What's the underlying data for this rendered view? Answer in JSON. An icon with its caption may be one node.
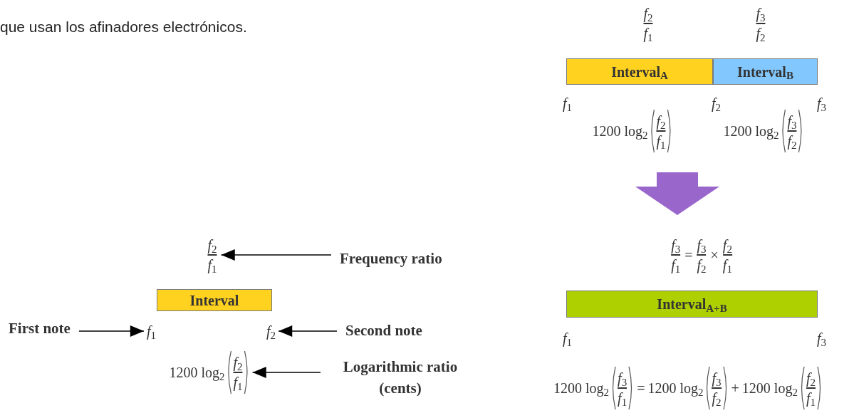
{
  "diagram": {
    "nodes": [
      {
        "text": [
          "*f*$_{2}$",
          "*f*$_{1}$"
        ]
      },
      {
        "text": [
          "Frequency ratio"
        ]
      },
      {
        "text": [
          "Interval"
        ]
      },
      {
        "text": [
          "First note"
        ]
      },
      {
        "text": [
          "*f*$_{1}$"
        ]
      },
      {
        "text": [
          "*f*$_{2}$"
        ]
      },
      {
        "text": [
          "Second note"
        ]
      },
      {
        "text": [
          "1200 log$_{2}$",
          "*f*$_{2}$",
          "*f*$_{1}$"
        ]
      },
      {
        "text": [
          "Logarithmic ratio (cents)"
        ]
      },
      {
        "text": [
          "Interval$_{A}$"
        ]
      },
      {
        "text": [
          "Interval$_{B}$"
        ]
      },
      {
        "text": [
          "Interval$_{A+B}$"
        ]
      }
    ],
    "edges": [
      {
        "from": 1,
        "to": 0,
        "arrow": "to"
      },
      {
        "from": 3,
        "to": 4,
        "arrow": "to"
      },
      {
        "from": 6,
        "to": 5,
        "arrow": "to"
      },
      {
        "from": 8,
        "to": 7,
        "arrow": "to"
      }
    ],
    "labels": [
      "que usan los afinadores electrónicos.",
      "*f*$_{2}$",
      "*f*$_{1}$",
      "*f*$_{3}$",
      "*f*$_{2}$",
      "*f*$_{1}$",
      "*f*$_{2}$",
      "*f*$_{3}$",
      "1200 log$_{2}$",
      "*f*$_{2}$",
      "*f*$_{1}$",
      "1200 log$_{2}$",
      "*f*$_{3}$",
      "*f*$_{2}$",
      "*f*$_{3}$",
      "*f*$_{1}$",
      "=",
      "*f*$_{3}$",
      "*f*$_{2}$",
      "×",
      "*f*$_{2}$",
      "*f*$_{1}$",
      "*f*$_{1}$",
      "*f*$_{3}$",
      "1200 log$_{2}$",
      "*f*$_{3}$",
      "*f*$_{1}$",
      "=",
      "1200 log$_{2}$",
      "*f*$_{3}$",
      "*f*$_{2}$",
      "+",
      "1200 log$_{2}$",
      "*f*$_{2}$",
      "*f*$_{1}$"
    ]
  }
}
